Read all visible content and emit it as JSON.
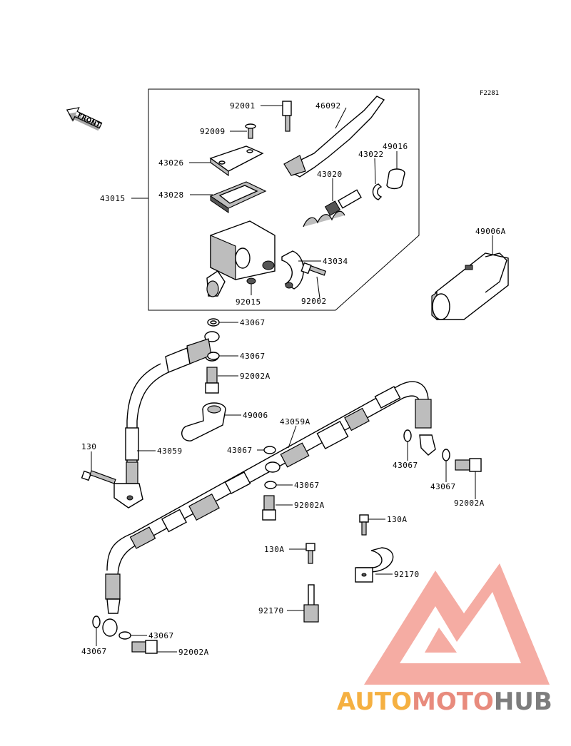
{
  "ref_code": "F2281",
  "front_label": "FRONT",
  "labels": [
    {
      "id": "l-92001",
      "text": "92001"
    },
    {
      "id": "l-46092",
      "text": "46092"
    },
    {
      "id": "l-92009",
      "text": "92009"
    },
    {
      "id": "l-43026",
      "text": "43026"
    },
    {
      "id": "l-43022",
      "text": "43022"
    },
    {
      "id": "l-49016",
      "text": "49016"
    },
    {
      "id": "l-43020",
      "text": "43020"
    },
    {
      "id": "l-43015",
      "text": "43015"
    },
    {
      "id": "l-43028",
      "text": "43028"
    },
    {
      "id": "l-49006A",
      "text": "49006A"
    },
    {
      "id": "l-43034",
      "text": "43034"
    },
    {
      "id": "l-92015",
      "text": "92015"
    },
    {
      "id": "l-92002",
      "text": "92002"
    },
    {
      "id": "l-43067-a",
      "text": "43067"
    },
    {
      "id": "l-43067-b",
      "text": "43067"
    },
    {
      "id": "l-92002A-a",
      "text": "92002A"
    },
    {
      "id": "l-49006",
      "text": "49006"
    },
    {
      "id": "l-43059A",
      "text": "43059A"
    },
    {
      "id": "l-130",
      "text": "130"
    },
    {
      "id": "l-43059",
      "text": "43059"
    },
    {
      "id": "l-43067-c",
      "text": "43067"
    },
    {
      "id": "l-43067-d",
      "text": "43067"
    },
    {
      "id": "l-43067-e",
      "text": "43067"
    },
    {
      "id": "l-92002A-b",
      "text": "92002A"
    },
    {
      "id": "l-43067-f",
      "text": "43067"
    },
    {
      "id": "l-92002A-c",
      "text": "92002A"
    },
    {
      "id": "l-130A-a",
      "text": "130A"
    },
    {
      "id": "l-130A-b",
      "text": "130A"
    },
    {
      "id": "l-92170-a",
      "text": "92170"
    },
    {
      "id": "l-92170-b",
      "text": "92170"
    },
    {
      "id": "l-43067-g",
      "text": "43067"
    },
    {
      "id": "l-43067-h",
      "text": "43067"
    },
    {
      "id": "l-92002A-d",
      "text": "92002A"
    }
  ],
  "watermark": {
    "part1": "AUTO",
    "part2": "MOTO",
    "part3": "HUB",
    "color1": "#f5b041",
    "color2": "#e88b7d",
    "color3": "#7d7d7d",
    "logo_color": "#f4a49a"
  }
}
